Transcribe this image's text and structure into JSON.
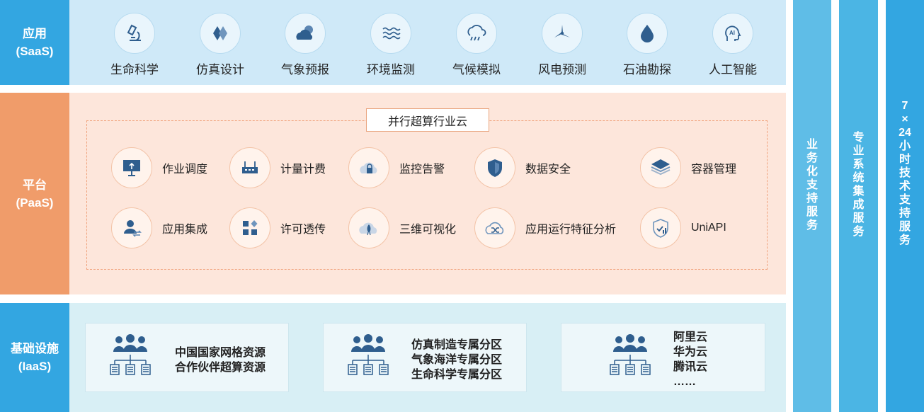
{
  "layers": {
    "saas": {
      "name": "应用",
      "sub": "(SaaS)"
    },
    "paas": {
      "name": "平台",
      "sub": "(PaaS)"
    },
    "iaas": {
      "name": "基础设施",
      "sub": "(IaaS)"
    }
  },
  "saas_items": [
    "生命科学",
    "仿真设计",
    "气象预报",
    "环境监测",
    "气候模拟",
    "风电预测",
    "石油勘探",
    "人工智能"
  ],
  "paas_title": "并行超算行业云",
  "paas_items": [
    "作业调度",
    "计量计费",
    "监控告警",
    "数据安全",
    "容器管理",
    "应用集成",
    "许可透传",
    "三维可视化",
    "应用运行特征分析",
    "UniAPI"
  ],
  "iaas_cards": [
    {
      "lines": [
        "中国国家网格资源",
        "合作伙伴超算资源"
      ]
    },
    {
      "lines": [
        "仿真制造专属分区",
        "气象海洋专属分区",
        "生命科学专属分区"
      ]
    },
    {
      "lines": [
        "阿里云",
        "华为云",
        "腾讯云",
        "……"
      ]
    }
  ],
  "services": [
    "业务化支持服务",
    "专业系统集成服务",
    "7×24小时技术支持服务"
  ],
  "icons": [
    "microscope-icon",
    "diamond-icon",
    "cloud-sun-icon",
    "waves-icon",
    "cloud-rain-icon",
    "wind-turbine-icon",
    "oil-drop-icon",
    "ai-head-icon",
    "monitor-icon",
    "router-icon",
    "cloud-lock-icon",
    "shield-icon",
    "layers-icon",
    "user-transfer-icon",
    "blocks-icon",
    "cloud-rocket-icon",
    "cloud-shuffle-icon",
    "shield-chart-icon",
    "people-server-icon"
  ],
  "colors": {
    "blue": "#33a6e1",
    "orange": "#f09c6a",
    "icon_blue": "#2f5e8e"
  }
}
